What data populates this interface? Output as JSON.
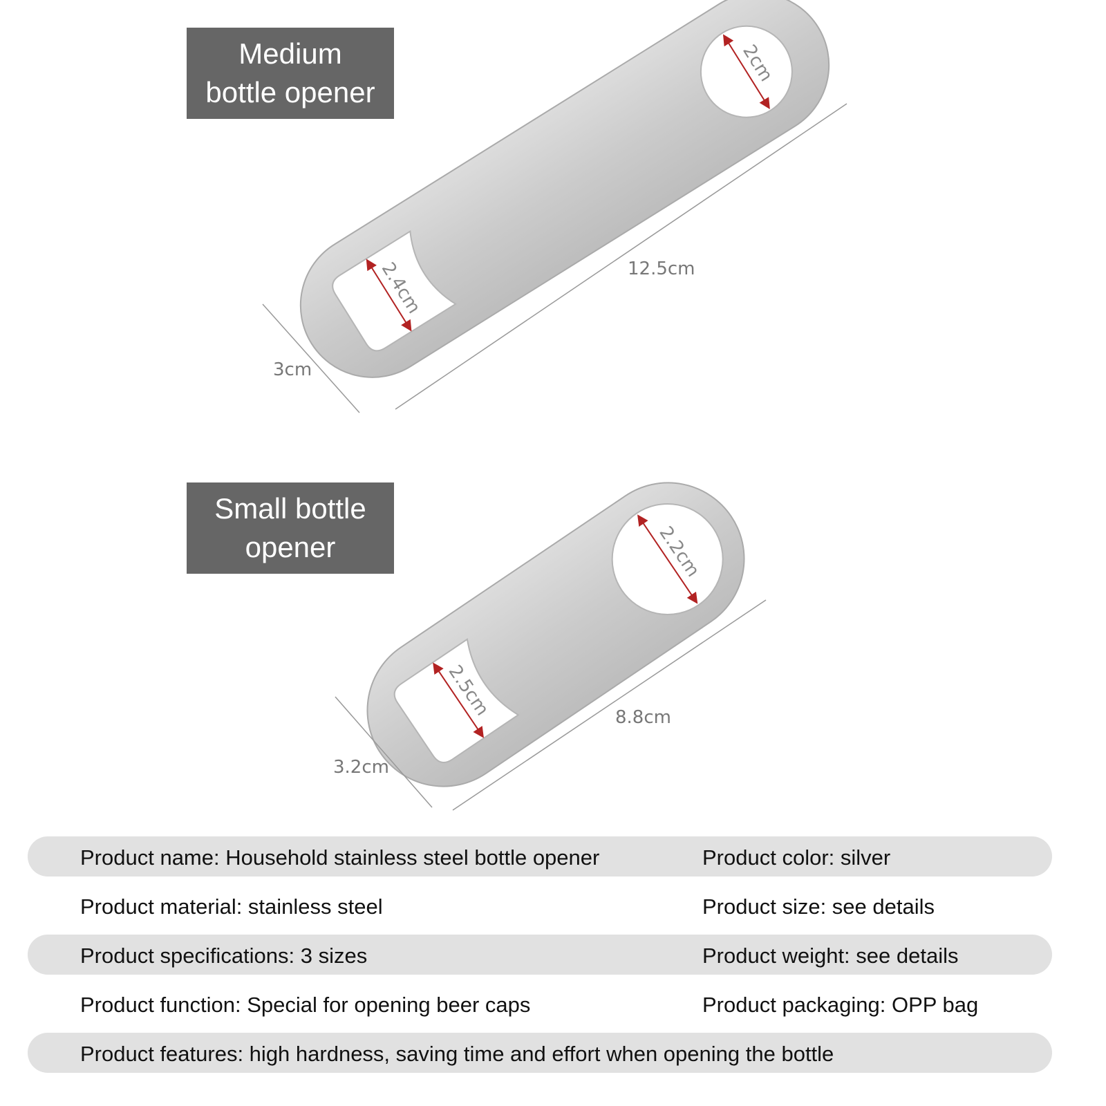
{
  "medium": {
    "title": "Medium bottle opener",
    "title_line1": "Medium",
    "title_line2": "bottle opener",
    "length": "12.5cm",
    "width": "3cm",
    "round_hole": "2cm",
    "cap_hole": "2.4cm"
  },
  "small": {
    "title_line1": "Small bottle",
    "title_line2": "opener",
    "length": "8.8cm",
    "width": "3.2cm",
    "round_hole": "2.2cm",
    "cap_hole": "2.5cm"
  },
  "specs": [
    {
      "left": "Product name: Household stainless steel bottle opener",
      "right": "Product color: silver"
    },
    {
      "left": "Product material: stainless steel",
      "right": "Product size: see details"
    },
    {
      "left": "Product specifications: 3 sizes",
      "right": "Product weight: see details"
    },
    {
      "left": "Product function: Special for opening beer caps",
      "right": "Product packaging: OPP bag"
    },
    {
      "left": "Product features: high hardness, saving time and effort when opening the bottle",
      "right": ""
    }
  ],
  "colors": {
    "label_bg": "#666666",
    "steel": "#c9c9c9",
    "band": "#e1e1e1",
    "arrow": "#b22222"
  }
}
